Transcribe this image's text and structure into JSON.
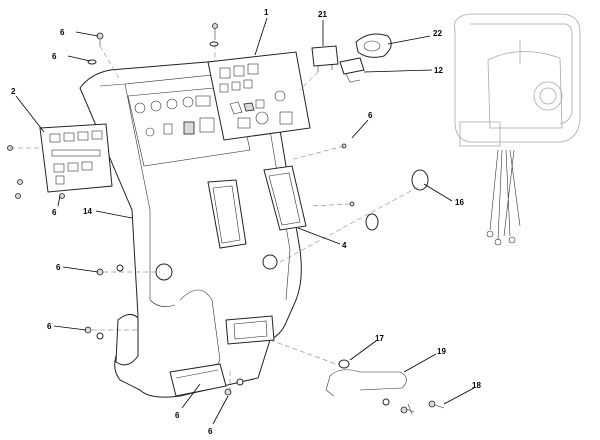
{
  "callouts": {
    "c1": "1",
    "c2": "2",
    "c4": "4",
    "c6a": "6",
    "c6b": "6",
    "c6c": "6",
    "c6d": "6",
    "c6e": "6",
    "c6f": "6",
    "c6g": "6",
    "c6h": "6",
    "c12": "12",
    "c14": "14",
    "c16": "16",
    "c17": "17",
    "c18": "18",
    "c19": "19",
    "c21": "21",
    "c22": "22"
  }
}
